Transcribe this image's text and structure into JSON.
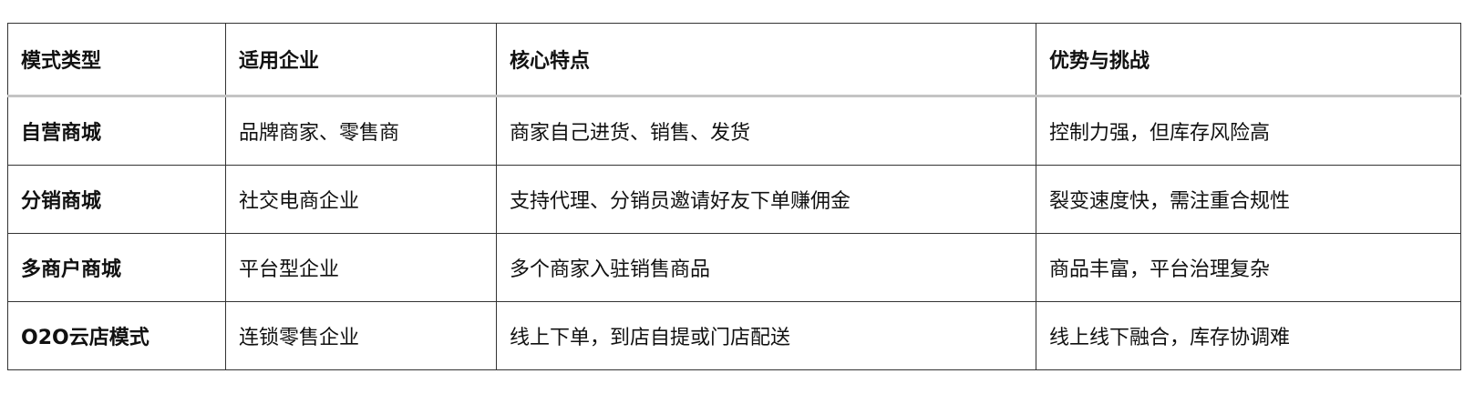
{
  "table": {
    "headers": [
      "模式类型",
      "适用企业",
      "核心特点",
      "优势与挑战"
    ],
    "rows": [
      [
        "自营商城",
        "品牌商家、零售商",
        "商家自己进货、销售、发货",
        "控制力强，但库存风险高"
      ],
      [
        "分销商城",
        "社交电商企业",
        "支持代理、分销员邀请好友下单赚佣金",
        "裂变速度快，需注重合规性"
      ],
      [
        "多商户商城",
        "平台型企业",
        "多个商家入驻销售商品",
        "商品丰富，平台治理复杂"
      ],
      [
        "O2O云店模式",
        "连锁零售企业",
        "线上下单，到店自提或门店配送",
        "线上线下融合，库存协调难"
      ]
    ]
  },
  "colors": {
    "border": "#333333",
    "header_separator": "#c4c4c4",
    "text": "#111111",
    "background": "#ffffff"
  }
}
